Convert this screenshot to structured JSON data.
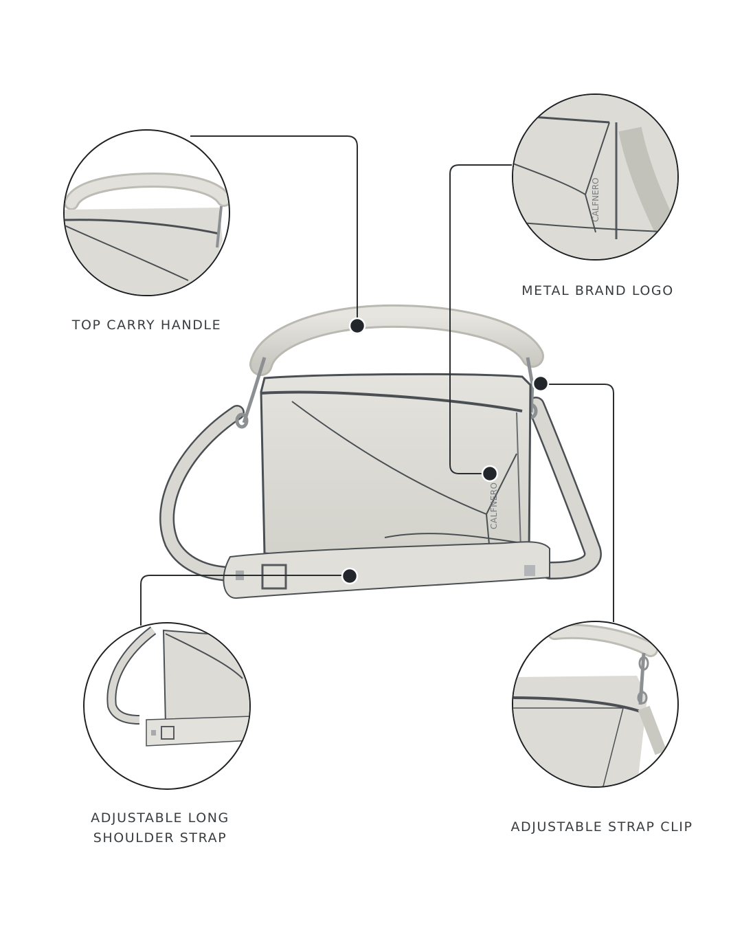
{
  "infographic": {
    "brand_logo_text": "CALFNERO",
    "colors": {
      "background": "#ffffff",
      "leather": "#dcdbd5",
      "leather_shadow": "#c4c3bc",
      "edge_piping": "#4a4f53",
      "connector_line": "#2a2d30",
      "marker_dot": "#23272b",
      "label_text": "#3a3d40",
      "hardware": "#9a9da0"
    },
    "features": [
      {
        "id": "top-carry-handle",
        "label": "TOP CARRY HANDLE"
      },
      {
        "id": "metal-brand-logo",
        "label": "METAL BRAND LOGO"
      },
      {
        "id": "adjustable-long-shoulder-strap",
        "label": "ADJUSTABLE LONG\nSHOULDER STRAP"
      },
      {
        "id": "adjustable-strap-clip",
        "label": "ADJUSTABLE STRAP CLIP"
      }
    ]
  }
}
